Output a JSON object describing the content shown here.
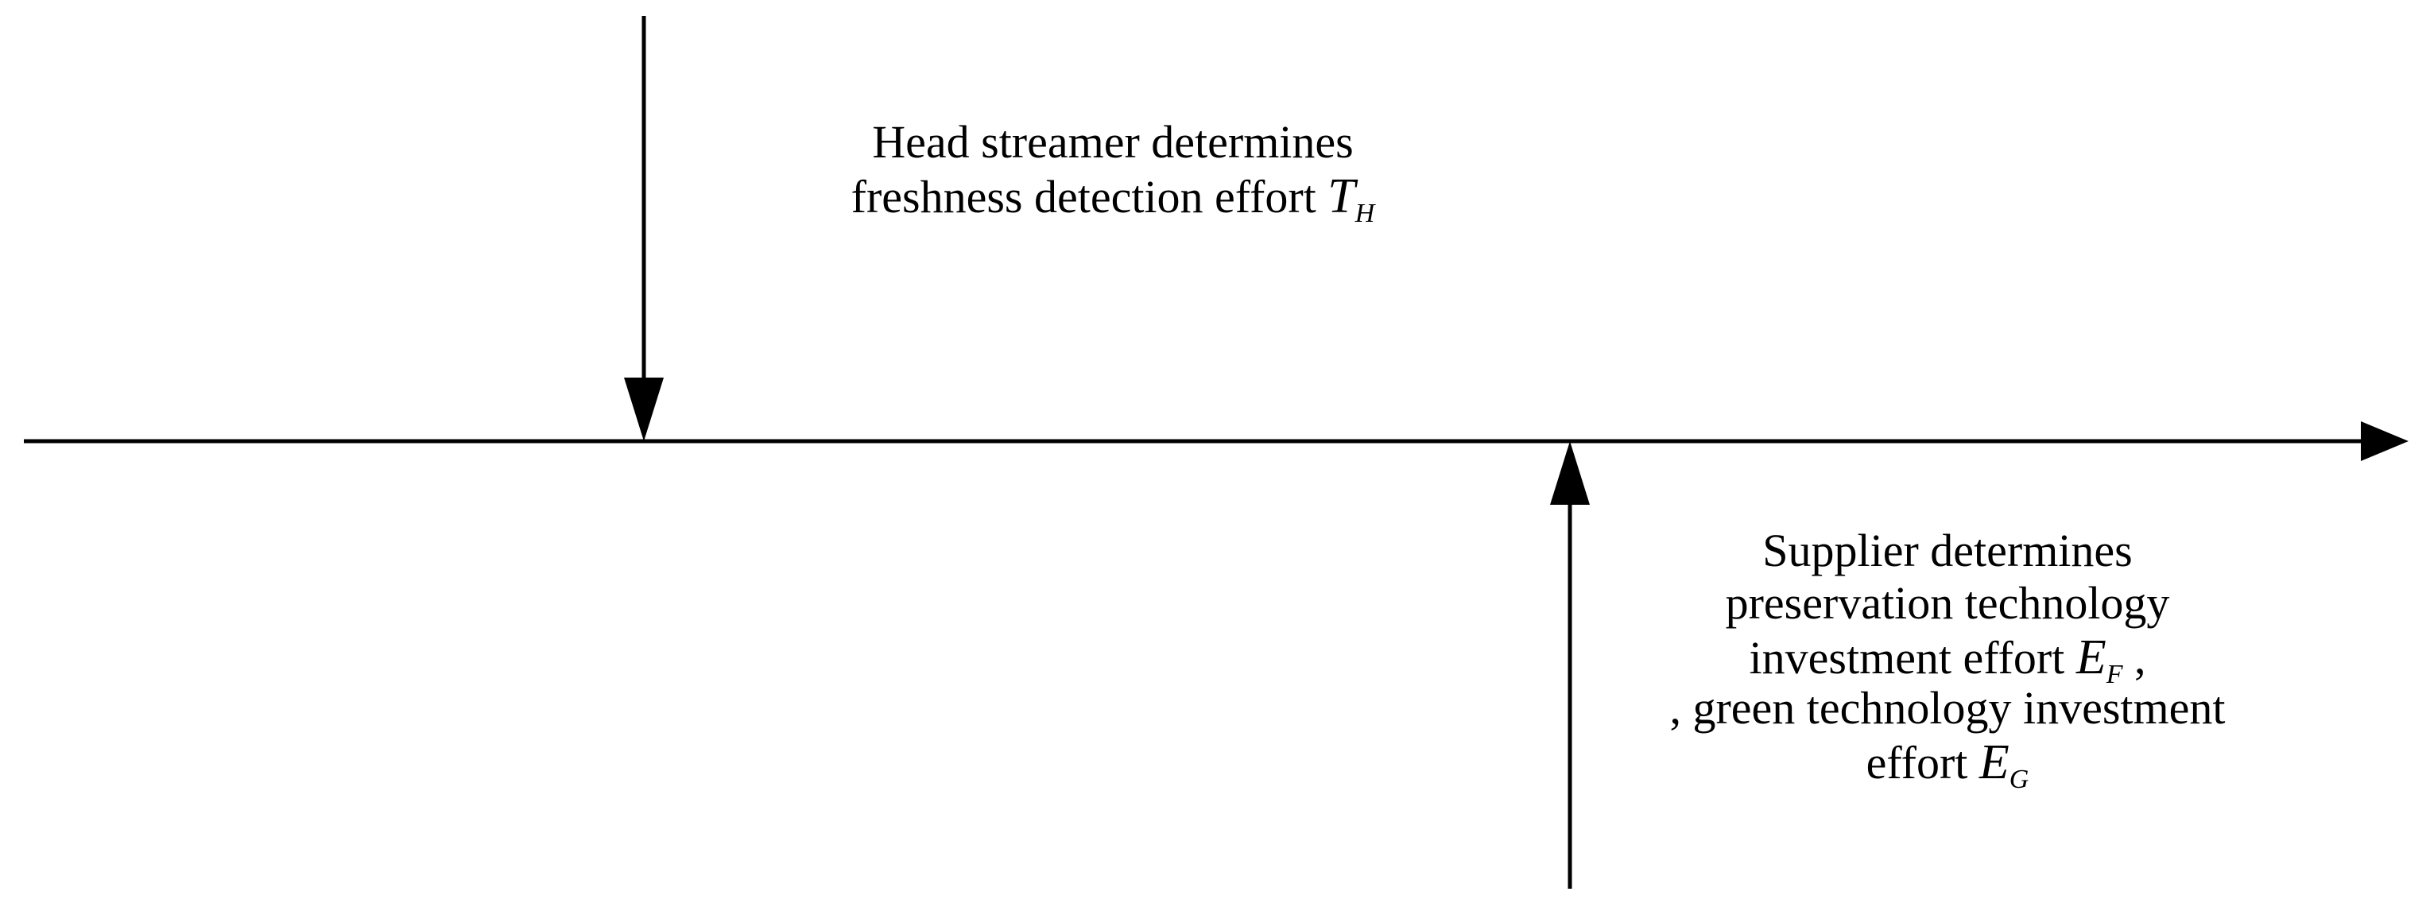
{
  "timeline": {
    "events": [
      {
        "line1": "Head streamer determines",
        "line2_text": "freshness detection effort",
        "symbol": {
          "base": "T",
          "sub": "H"
        }
      },
      {
        "line1": "Supplier determines",
        "line2": "preservation technology",
        "line3_text": "investment effort",
        "symbol1": {
          "base": "E",
          "sub": "F"
        },
        "separator": ",",
        "line4": ", green technology investment",
        "line5_text": "effort",
        "symbol2": {
          "base": "E",
          "sub": "G"
        }
      }
    ]
  },
  "colors": {
    "stroke": "#000000",
    "background": "#ffffff"
  }
}
